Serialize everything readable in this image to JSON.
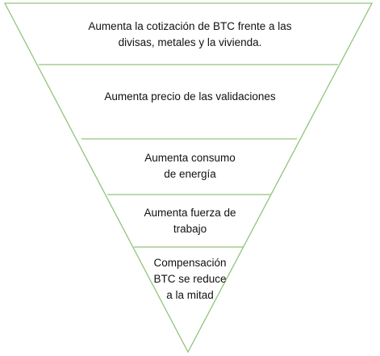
{
  "diagram": {
    "type": "inverted-pyramid",
    "stroke_color": "#92c47b",
    "text_color": "#111111",
    "levels": [
      {
        "lines": [
          "Aumenta la cotización de BTC frente a las",
          "divisas, metales y la vivienda."
        ]
      },
      {
        "lines": [
          "Aumenta precio de las validaciones"
        ]
      },
      {
        "lines": [
          "Aumenta consumo",
          "de energía"
        ]
      },
      {
        "lines": [
          "Aumenta fuerza de",
          "trabajo"
        ]
      },
      {
        "lines": [
          "Compensación",
          "BTC se reduce",
          "a la mitad"
        ]
      }
    ]
  }
}
